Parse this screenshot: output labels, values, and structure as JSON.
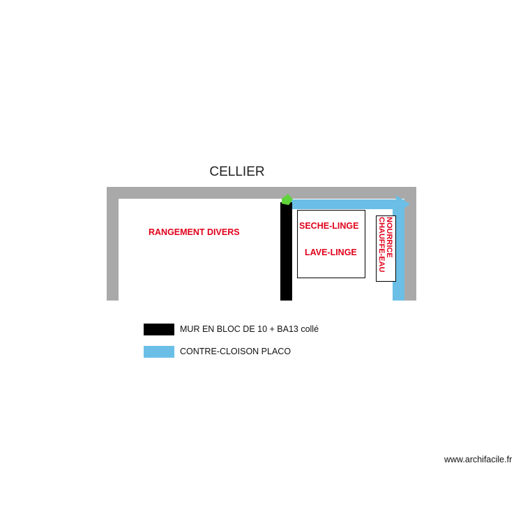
{
  "plan": {
    "title": "CELLIER",
    "rooms": {
      "storage_label": "RANGEMENT DIVERS",
      "dryer_label": "SECHE-LINGE",
      "washer_label": "LAVE-LINGE",
      "boiler_label_1": "NOURRICE",
      "boiler_label_2": "CHAUFFE-EAU"
    },
    "colors": {
      "outer_wall": "#a9a9a9",
      "block_wall": "#000000",
      "placo": "#6bbfe6",
      "marker": "#5fd43a",
      "label_red": "#e0001a"
    }
  },
  "legend": {
    "items": [
      {
        "label": "MUR EN BLOC DE 10 + BA13 collé",
        "color": "#000000"
      },
      {
        "label": "CONTRE-CLOISON PLACO",
        "color": "#6bbfe6"
      }
    ]
  },
  "watermark": "www.archifacile.fr"
}
